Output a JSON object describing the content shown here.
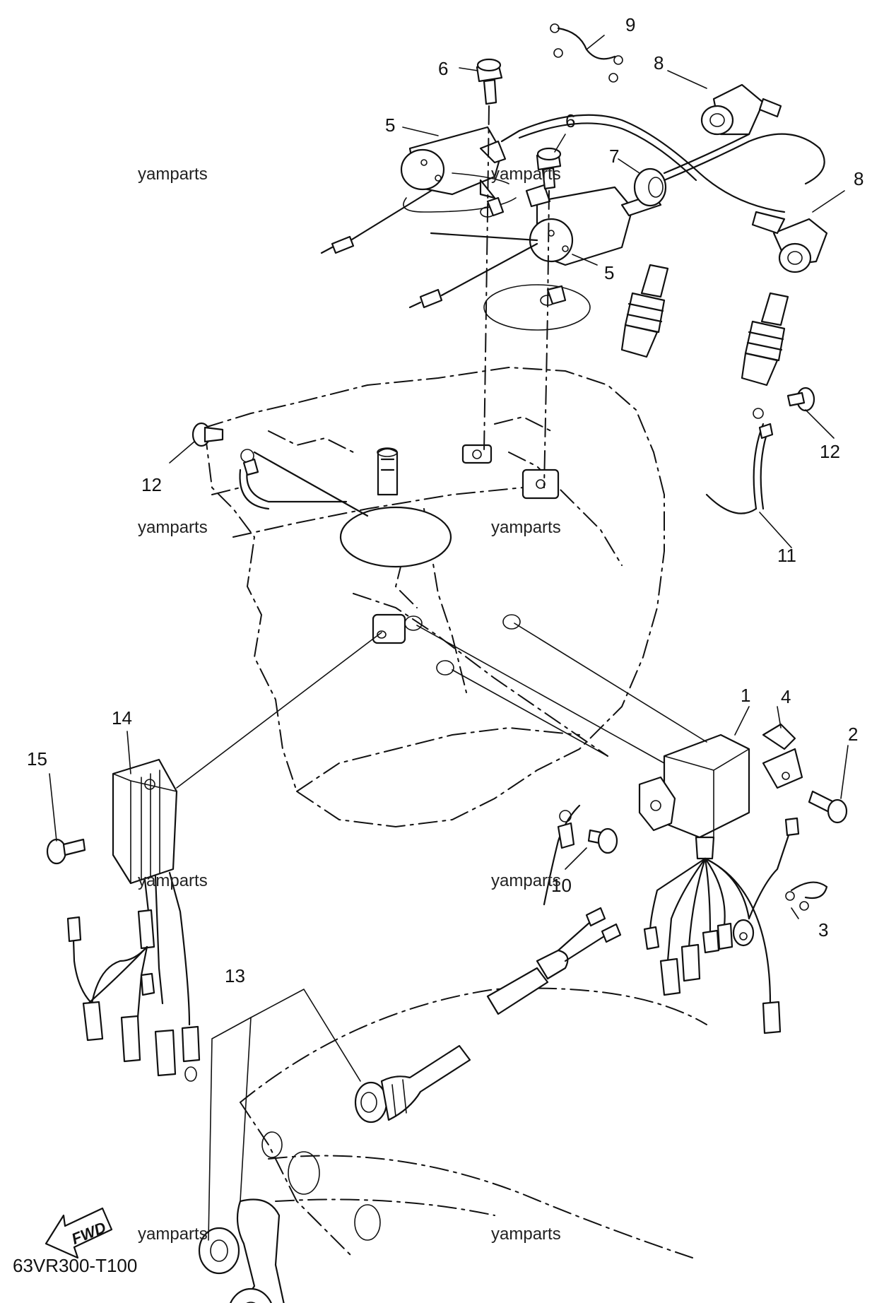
{
  "diagram_code": "63VR300-T100",
  "watermark": "yamparts",
  "fwd_label": "FWD",
  "callouts": {
    "c1": "1",
    "c2": "2",
    "c3": "3",
    "c4": "4",
    "c5a": "5",
    "c5b": "5",
    "c6a": "6",
    "c6b": "6",
    "c7": "7",
    "c8a": "8",
    "c8b": "8",
    "c9": "9",
    "c10": "10",
    "c11": "11",
    "c12a": "12",
    "c12b": "12",
    "c13": "13",
    "c14": "14",
    "c15": "15"
  }
}
